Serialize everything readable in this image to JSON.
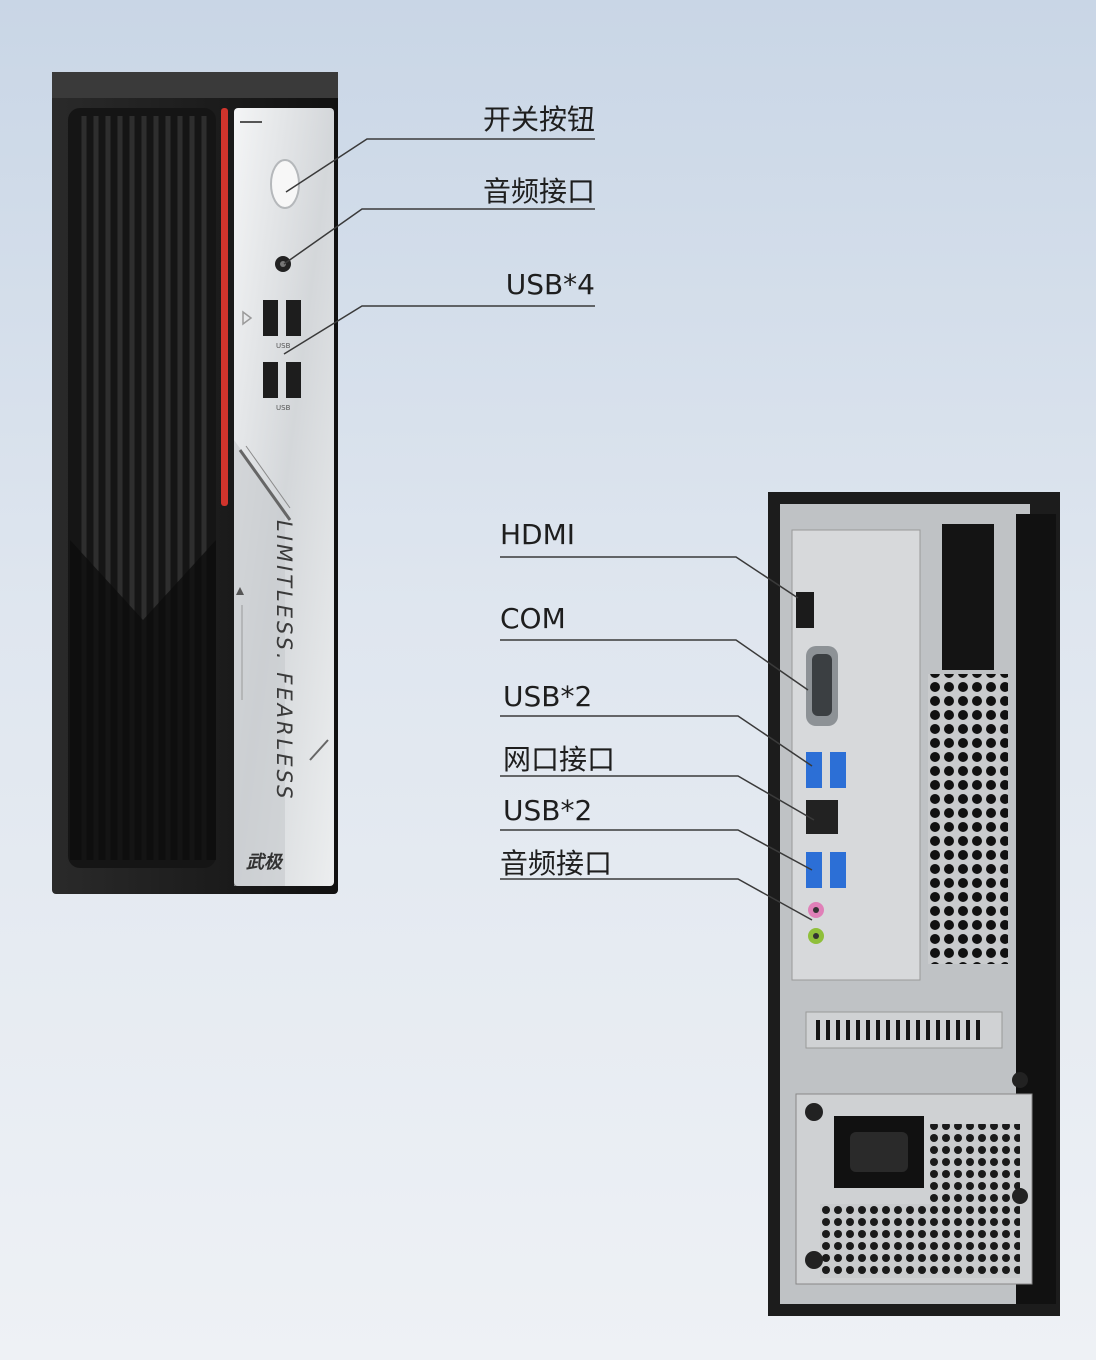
{
  "front_labels": [
    {
      "key": "power",
      "text": "开关按钮"
    },
    {
      "key": "audio",
      "text": "音频接口"
    },
    {
      "key": "usb4",
      "text": "USB*4"
    }
  ],
  "rear_labels": [
    {
      "key": "hdmi",
      "text": "HDMI"
    },
    {
      "key": "com",
      "text": "COM"
    },
    {
      "key": "usb2a",
      "text": "USB*2"
    },
    {
      "key": "lan",
      "text": "网口接口"
    },
    {
      "key": "usb2b",
      "text": "USB*2"
    },
    {
      "key": "audio_rear",
      "text": "音频接口"
    }
  ],
  "front_panel": {
    "slogan": "LIMITLESS. FEARLESS",
    "brand": "武极",
    "usb_tag": "USB"
  },
  "colors": {
    "accent_red": "#d0342c",
    "usb_blue": "#2c6fd6",
    "case_black": "#1c1c1c",
    "panel_silver": "#d9dcdf"
  }
}
